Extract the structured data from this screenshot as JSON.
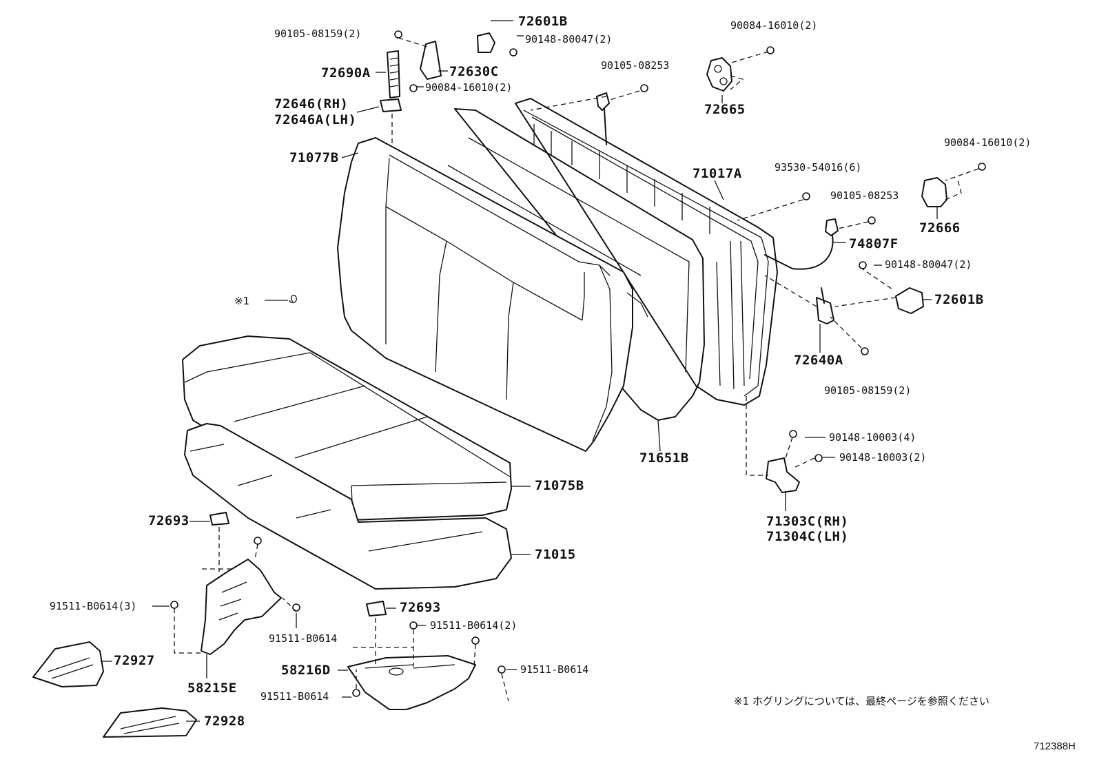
{
  "diagram_id": "712388H",
  "note_marker": "※1",
  "footnote": "※1  ホグリングについては、最終ページを参照ください",
  "parts": {
    "p_90105_08159_top": "90105-08159(2)",
    "p_72601B_top": "72601B",
    "p_90148_80047_top": "90148-80047(2)",
    "p_72690A": "72690A",
    "p_72630C": "72630C",
    "p_90084_16010_mid": "90084-16010(2)",
    "p_72646_rh": "72646(RH)",
    "p_72646A_lh": "72646A(LH)",
    "p_71077B": "71077B",
    "p_90105_08253_top": "90105-08253",
    "p_90084_16010_topright": "90084-16010(2)",
    "p_72665": "72665",
    "p_71017A": "71017A",
    "p_90084_16010_right": "90084-16010(2)",
    "p_93530_54016": "93530-54016(6)",
    "p_90105_08253_right": "90105-08253",
    "p_72666": "72666",
    "p_74807F": "74807F",
    "p_90148_80047_right": "90148-80047(2)",
    "p_72601B_right": "72601B",
    "p_72640A": "72640A",
    "p_90105_08159_right": "90105-08159(2)",
    "p_71651B": "71651B",
    "p_90148_10003_4": "90148-10003(4)",
    "p_90148_10003_2": "90148-10003(2)",
    "p_71303C_rh": "71303C(RH)",
    "p_71304C_lh": "71304C(LH)",
    "p_71075B": "71075B",
    "p_72693_left": "72693",
    "p_71015": "71015",
    "p_72693_mid": "72693",
    "p_91511_B0614_3": "91511-B0614(3)",
    "p_91511_B0614_2": "91511-B0614(2)",
    "p_91511_B0614_a": "91511-B0614",
    "p_91511_B0614_b": "91511-B0614",
    "p_91511_B0614_c": "91511-B0614",
    "p_72927": "72927",
    "p_58215E": "58215E",
    "p_58216D": "58216D",
    "p_72928": "72928"
  }
}
